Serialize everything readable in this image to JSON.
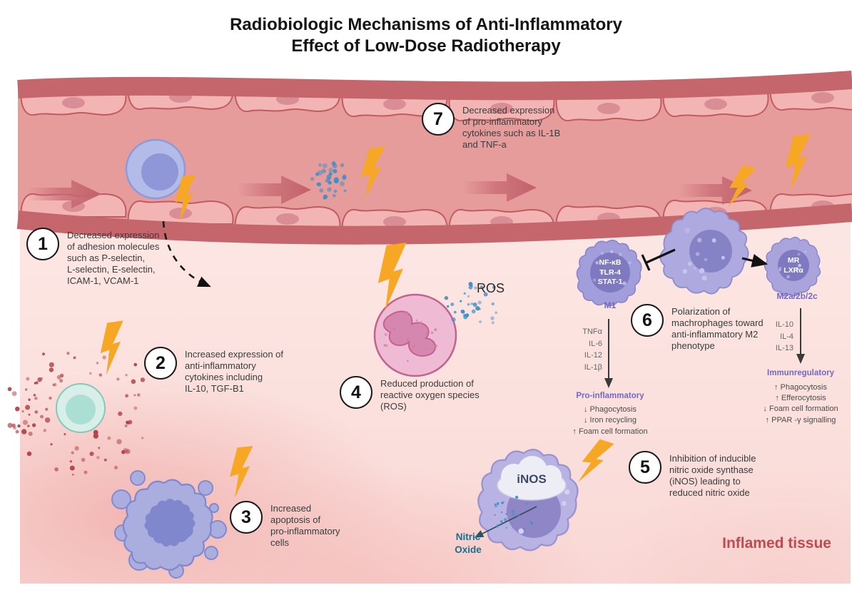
{
  "title": {
    "line1": "Radiobiologic Mechanisms of Anti-Inflammatory",
    "line2": "Effect of Low-Dose Radiotherapy"
  },
  "annotations": [
    {
      "num": "1",
      "text": "Decreased expression\nof adhesion molecules\nsuch as P-selectin,\nL-selectin, E-selectin,\nICAM-1, VCAM-1"
    },
    {
      "num": "2",
      "text": "Increased expression of\nanti-inflammatory\ncytokines including\nIL-10, TGF-B1"
    },
    {
      "num": "3",
      "text": "Increased\napoptosis of\npro-inflammatory\ncells"
    },
    {
      "num": "4",
      "text": "Reduced production of\nreactive oxygen species\n(ROS)"
    },
    {
      "num": "5",
      "text": "Inhibition of inducible\nnitric oxide synthase\n(iNOS) leading to\nreduced nitric oxide"
    },
    {
      "num": "6",
      "text": "Polarization of\nmachrophages toward\nanti-inflammatory M2\nphenotype"
    },
    {
      "num": "7",
      "text": "Decreased expression\nof pro-inflammatory\ncytokines such as IL-1B\nand TNF-a"
    }
  ],
  "labels": {
    "ros": "ROS",
    "inos": "iNOS",
    "nitric_oxide": "Nitric\nOxide",
    "inflamed_tissue": "Inflamed tissue",
    "m1": "M1",
    "m1_receptors": "NF-κB\nTLR-4\nSTAT-1",
    "m2": "M2a/2b/2c",
    "m2_receptors": "MR\nLXRα",
    "m1_cytokines": "TNFα\nIL-6\nIL-12\nIL-1β",
    "m2_cytokines": "IL-10\nIL-4\nIL-13",
    "pro_title": "Pro-inflammatory",
    "pro_list": "↓ Phagocytosis\n↓ Iron recycling\n↑ Foam cell formation",
    "immuno_title": "Immunregulatory",
    "immuno_list": "↑ Phagocytosis\n↑ Efferocytosis\n↓ Foam cell formation\n↑ PPAR -γ signalling"
  },
  "palette": {
    "lightning": "#F6A723",
    "vessel_wall": "#c4666c",
    "vessel_lumen": "#e79c9c",
    "endothelium": "#f3b5b3",
    "tissue": "#fbe3e0",
    "purple_label": "#7468c4",
    "blue_dots": "#3e8ec5",
    "red_dots": "#b2434a",
    "inflamed_text": "#bf4a50",
    "cell_purple": "#a9a5dc",
    "nitric_text": "#1e6d86"
  }
}
